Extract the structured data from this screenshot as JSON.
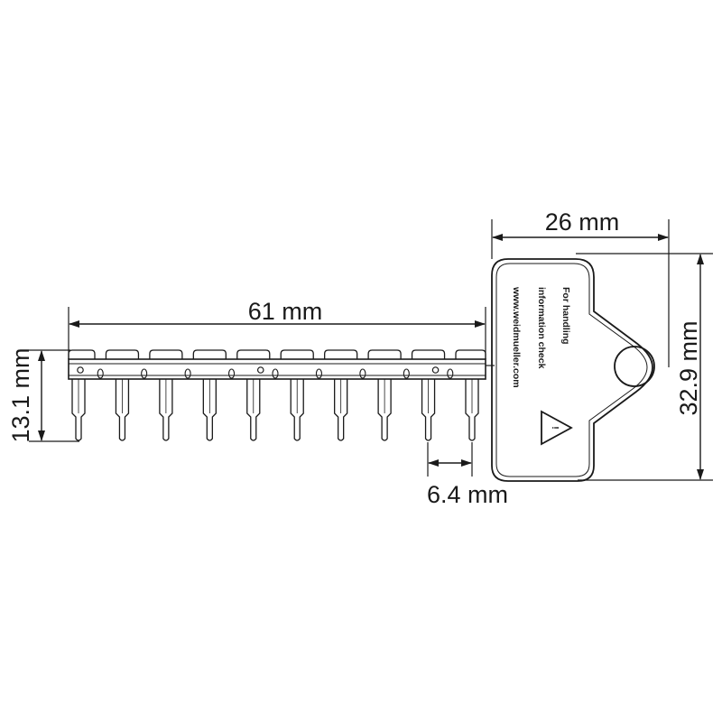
{
  "dimensions": {
    "length": "61 mm",
    "height": "13.1 mm",
    "pitch": "6.4 mm",
    "tag_width": "26 mm",
    "tag_height": "32.9 mm"
  },
  "tag": {
    "line1": "For handling",
    "line2": "information check",
    "line3": "www.weidmueller.com",
    "warning_symbol": "!"
  },
  "pin_count": 10,
  "icons": {
    "warning": "warning-triangle-icon",
    "hole": "hanging-hole-icon"
  }
}
